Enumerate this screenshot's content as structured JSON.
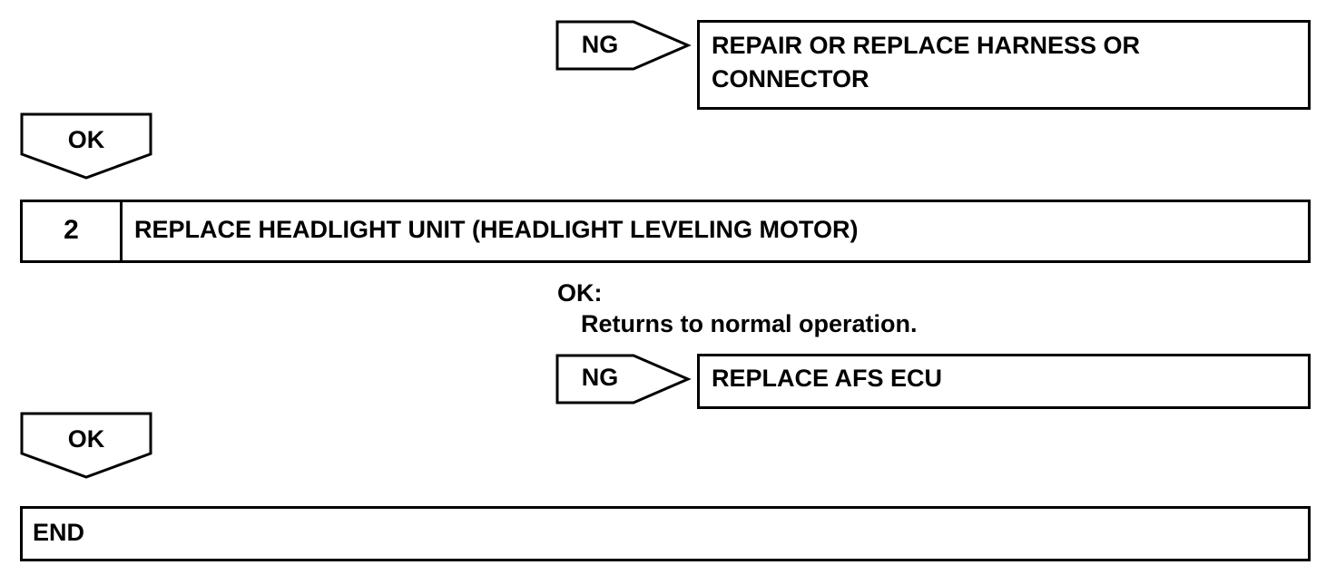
{
  "ng_arrow_1": {
    "label": "NG"
  },
  "result_box_1": {
    "lines": [
      "REPAIR OR REPLACE HARNESS OR",
      "CONNECTOR"
    ]
  },
  "ok_arrow_1": {
    "label": "OK"
  },
  "step_2": {
    "number": "2",
    "title": "REPLACE HEADLIGHT UNIT (HEADLIGHT LEVELING MOTOR)"
  },
  "criteria": {
    "label": "OK:",
    "text": "Returns to normal operation."
  },
  "ng_arrow_2": {
    "label": "NG"
  },
  "result_box_2": {
    "text": "REPLACE AFS ECU"
  },
  "ok_arrow_2": {
    "label": "OK"
  },
  "end_box": {
    "text": "END"
  }
}
